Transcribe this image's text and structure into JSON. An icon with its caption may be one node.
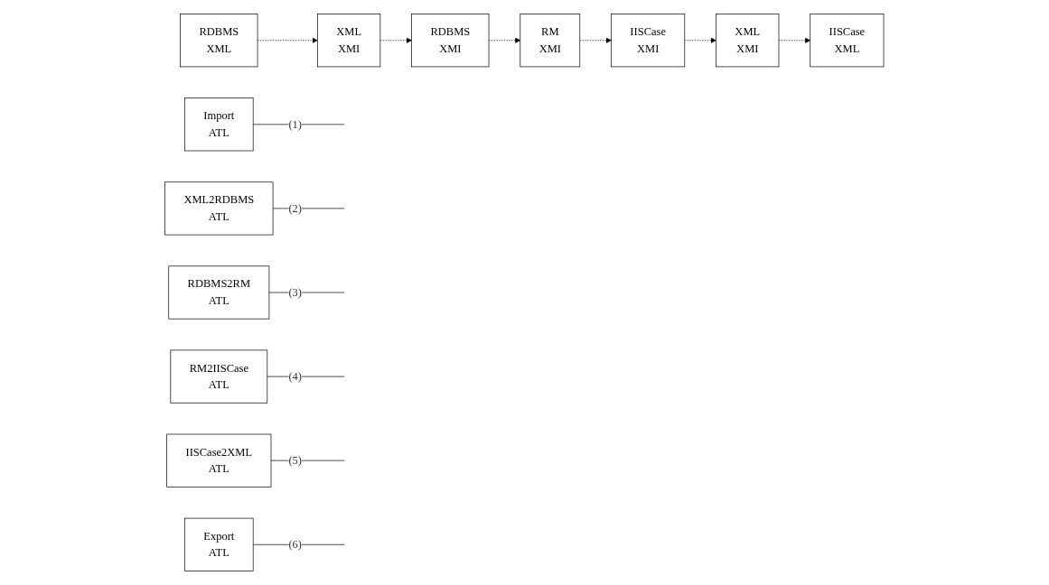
{
  "diagram": {
    "nodes": [
      {
        "text": [
          "Import",
          "ATL"
        ]
      },
      {
        "text": [
          "XML2RDBMS",
          "ATL"
        ]
      },
      {
        "text": [
          "RDBMS2RM",
          "ATL"
        ]
      },
      {
        "text": [
          "RDBMS",
          "XML"
        ]
      },
      {
        "text": [
          "XML",
          "XMI"
        ]
      },
      {
        "text": [
          "RDBMS",
          "XMI"
        ]
      },
      {
        "text": [
          "RM",
          "XMI"
        ]
      },
      {
        "text": [
          "IISCase",
          "XML"
        ]
      },
      {
        "text": [
          "XML",
          "XMI"
        ]
      },
      {
        "text": [
          "IISCase",
          "XMI"
        ]
      },
      {
        "text": [
          "Export",
          "ATL"
        ]
      },
      {
        "text": [
          "IISCase2XML",
          "ATL"
        ]
      },
      {
        "text": [
          "RM2IISCase",
          "ATL"
        ]
      }
    ],
    "edges": [
      {
        "from": 3,
        "to": 4,
        "arrow": "to",
        "style": "dashed"
      },
      {
        "from": 4,
        "to": 5,
        "arrow": "to",
        "style": "dashed"
      },
      {
        "from": 5,
        "to": 6,
        "arrow": "to",
        "style": "dashed"
      },
      {
        "from": 6,
        "to": 9,
        "arrow": "to",
        "style": "dashed"
      },
      {
        "from": 9,
        "to": 8,
        "arrow": "to",
        "style": "dashed"
      },
      {
        "from": 8,
        "to": 7,
        "arrow": "to",
        "style": "dashed"
      },
      {
        "from": 0,
        "to": null,
        "arrow": "none",
        "label": "(1)"
      },
      {
        "from": 1,
        "to": null,
        "arrow": "none",
        "label": "(2)"
      },
      {
        "from": 2,
        "to": null,
        "arrow": "none",
        "label": "(3)"
      },
      {
        "from": 12,
        "to": null,
        "arrow": "none",
        "label": "(4)"
      },
      {
        "from": 11,
        "to": null,
        "arrow": "none",
        "label": "(5)"
      },
      {
        "from": 10,
        "to": null,
        "arrow": "none",
        "label": "(6)"
      }
    ]
  }
}
